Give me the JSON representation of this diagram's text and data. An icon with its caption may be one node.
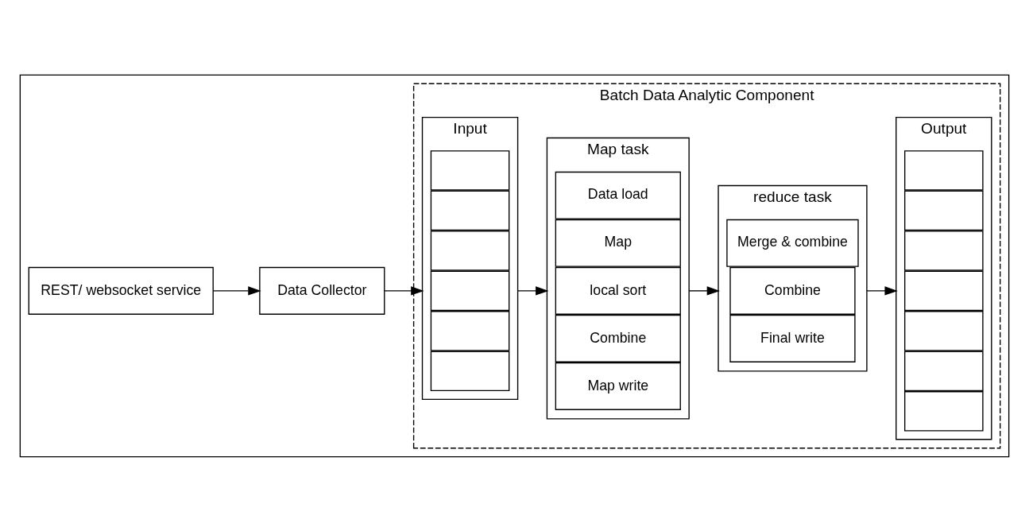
{
  "diagram": {
    "nodes": [
      {
        "text": [],
        "shape": "box"
      },
      {
        "text": [
          "REST/ websocket service"
        ],
        "in": 0
      },
      {
        "text": [
          "Data Collector"
        ],
        "in": 0
      },
      {
        "text": [
          "Batch Data Analytic Component"
        ],
        "in": 0
      },
      {
        "text": [
          "Input"
        ],
        "in": 3
      },
      {
        "text": [],
        "shape": "box",
        "in": 4
      },
      {
        "text": [],
        "shape": "box",
        "in": 4
      },
      {
        "text": [],
        "shape": "box",
        "in": 4
      },
      {
        "text": [],
        "shape": "box",
        "in": 4
      },
      {
        "text": [],
        "shape": "box",
        "in": 4
      },
      {
        "text": [],
        "shape": "box",
        "in": 4
      },
      {
        "text": [
          "Map task"
        ],
        "in": 3
      },
      {
        "text": [
          "Data load"
        ],
        "in": 11
      },
      {
        "text": [
          "Map"
        ],
        "in": 11
      },
      {
        "text": [
          "local sort"
        ],
        "in": 11
      },
      {
        "text": [
          "Combine"
        ],
        "in": 11
      },
      {
        "text": [
          "Map write"
        ],
        "in": 11
      },
      {
        "text": [
          "reduce task"
        ],
        "in": 3
      },
      {
        "text": [
          "Merge & combine"
        ],
        "in": 17
      },
      {
        "text": [
          "Combine"
        ],
        "in": 17
      },
      {
        "text": [
          "Final write"
        ],
        "in": 17
      },
      {
        "text": [
          "Output"
        ],
        "in": 3
      },
      {
        "text": [],
        "shape": "box",
        "in": 21
      },
      {
        "text": [],
        "shape": "box",
        "in": 21
      },
      {
        "text": [],
        "shape": "box",
        "in": 21
      },
      {
        "text": [],
        "shape": "box",
        "in": 21
      },
      {
        "text": [],
        "shape": "box",
        "in": 21
      },
      {
        "text": [],
        "shape": "box",
        "in": 21
      },
      {
        "text": [],
        "shape": "box",
        "in": 21
      }
    ],
    "edges": [
      {
        "from": 1,
        "to": 2,
        "arrow": "to"
      },
      {
        "from": 2,
        "to": 4,
        "arrow": "to"
      },
      {
        "from": 4,
        "to": 11,
        "arrow": "to"
      },
      {
        "from": 11,
        "to": 17,
        "arrow": "to"
      },
      {
        "from": 17,
        "to": 21,
        "arrow": "to"
      }
    ]
  }
}
